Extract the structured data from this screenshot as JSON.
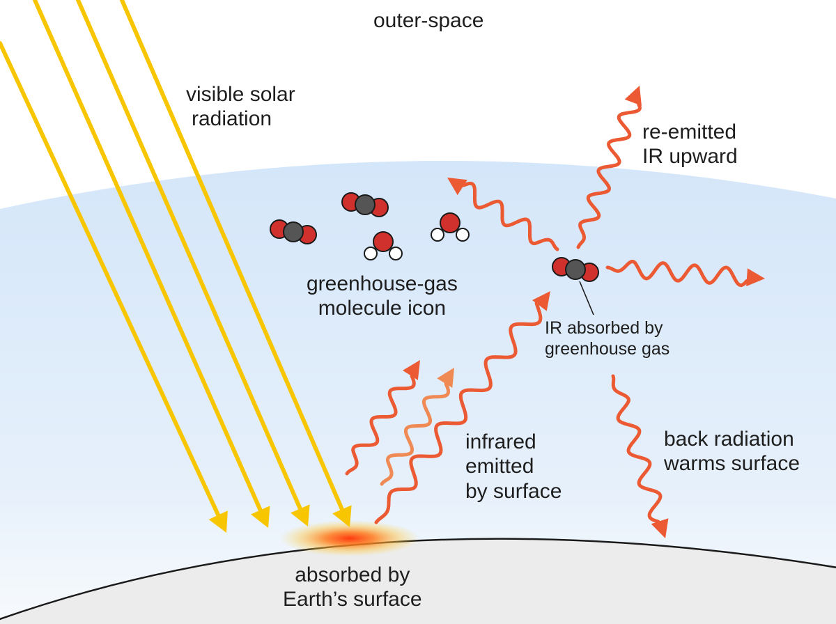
{
  "labels": {
    "outer_space": "outer-space",
    "solar_line1": "visible solar",
    "solar_line2": "radiation",
    "reemit_line1": "re-emitted",
    "reemit_line2": "IR upward",
    "gas_line1": "greenhouse-gas",
    "gas_line2": "molecule icon",
    "ir_gas_line1": "IR absorbed by",
    "ir_gas_line2": "greenhouse gas",
    "ir_surface_line1": "infrared",
    "ir_surface_line2": "emitted",
    "ir_surface_line3": "by surface",
    "back_line1": "back radiation",
    "back_line2": "warms surface",
    "surface_line1": "absorbed by",
    "surface_line2": "Earth’s surface"
  },
  "colors": {
    "solar": "#f7c600",
    "infrared": "#ec5a34",
    "atmosphere": "#d4e6f9",
    "ground": "#ececec",
    "oxygen": "#d0312d",
    "carbon": "#555555",
    "hydrogen": "#ffffff"
  },
  "molecules": [
    {
      "type": "CO2"
    },
    {
      "type": "CO2"
    },
    {
      "type": "H2O"
    },
    {
      "type": "H2O"
    },
    {
      "type": "CO2"
    }
  ]
}
